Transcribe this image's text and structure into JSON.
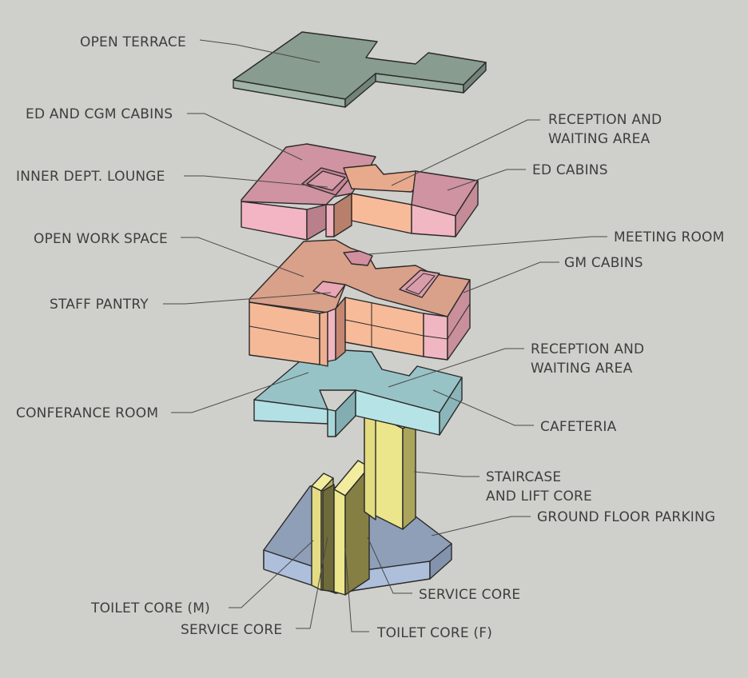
{
  "labels": {
    "open_terrace": "OPEN TERRACE",
    "ed_cgm_cabins": "ED AND CGM CABINS",
    "reception_waiting_upper_1": "RECEPTION AND",
    "reception_waiting_upper_2": "WAITING AREA",
    "inner_dept_lounge": "INNER DEPT. LOUNGE",
    "ed_cabins": "ED CABINS",
    "open_work_space": "OPEN WORK SPACE",
    "meeting_room": "MEETING ROOM",
    "gm_cabins": "GM CABINS",
    "staff_pantry": "STAFF PANTRY",
    "reception_waiting_lower_1": "RECEPTION AND",
    "reception_waiting_lower_2": "WAITING AREA",
    "conferance_room": "CONFERANCE ROOM",
    "cafeteria": "CAFETERIA",
    "staircase_1": "STAIRCASE",
    "staircase_2": "AND LIFT CORE",
    "ground_parking": "GROUND FLOOR PARKING",
    "service_core_right": "SERVICE CORE",
    "toilet_core_m": "TOILET CORE (M)",
    "service_core_left": "SERVICE CORE",
    "toilet_core_f": "TOILET CORE (F)"
  },
  "colors": {
    "background": "#cfcfcb",
    "terrace": "#8da396",
    "pink": "#d79ea7",
    "peach": "#f7b998",
    "salmon": "#d99a82",
    "cyan": "#a6d8dc",
    "yellow": "#e9e38b",
    "blue_grey": "#9fafc9"
  }
}
